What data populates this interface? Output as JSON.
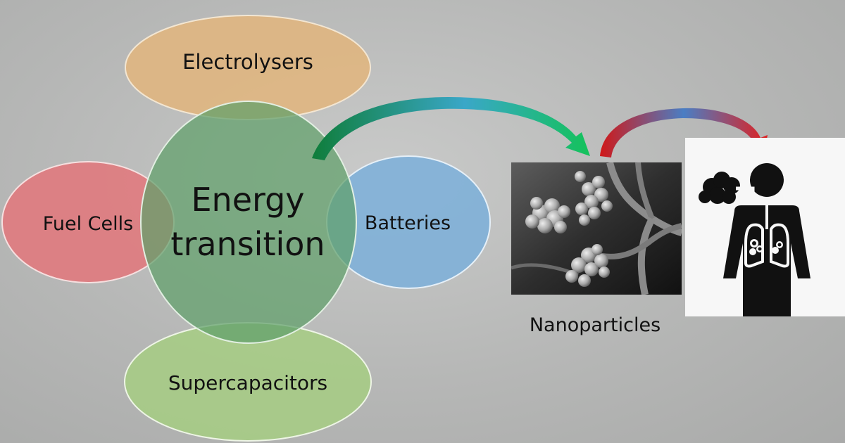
{
  "labels": {
    "center": [
      "Energy",
      "transition"
    ],
    "top": "Electrolysers",
    "left": "Fuel Cells",
    "right": "Batteries",
    "bottom": "Supercapacitors",
    "caption": "Nanoparticles"
  },
  "colors": {
    "electrolysers": "#e2b57d",
    "fuel_cells": "#e07a7e",
    "batteries": "#7fb0d8",
    "supercapacitors": "#a6cc82",
    "energy_transition": "#7fb286",
    "arrow_green": "#1f9a3c",
    "arrow_red": "#e01f1f"
  },
  "icons": {
    "sem_image": "nanoparticle-micrograph",
    "person": "person-inhaling-particles-icon"
  }
}
